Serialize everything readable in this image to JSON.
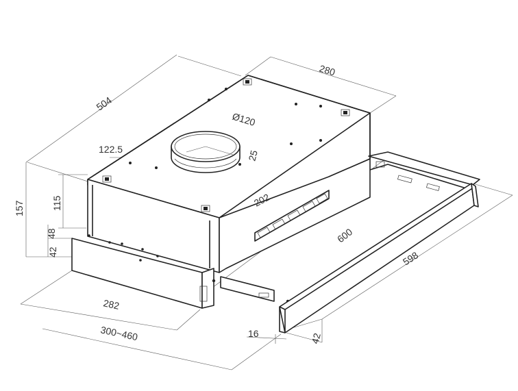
{
  "dimensions": {
    "depth_total": "504",
    "width_top": "280",
    "duct_diameter": "Ø120",
    "duct_offset_side": "122.5",
    "duct_offset_front": "25",
    "duct_position": "202",
    "height_total": "157",
    "height_body": "115",
    "height_front": "48",
    "height_lower": "42",
    "width_front": "282",
    "extension_range": "300~460",
    "width_rail": "600",
    "width_panel": "598",
    "panel_thickness": "16",
    "panel_height": "42"
  }
}
